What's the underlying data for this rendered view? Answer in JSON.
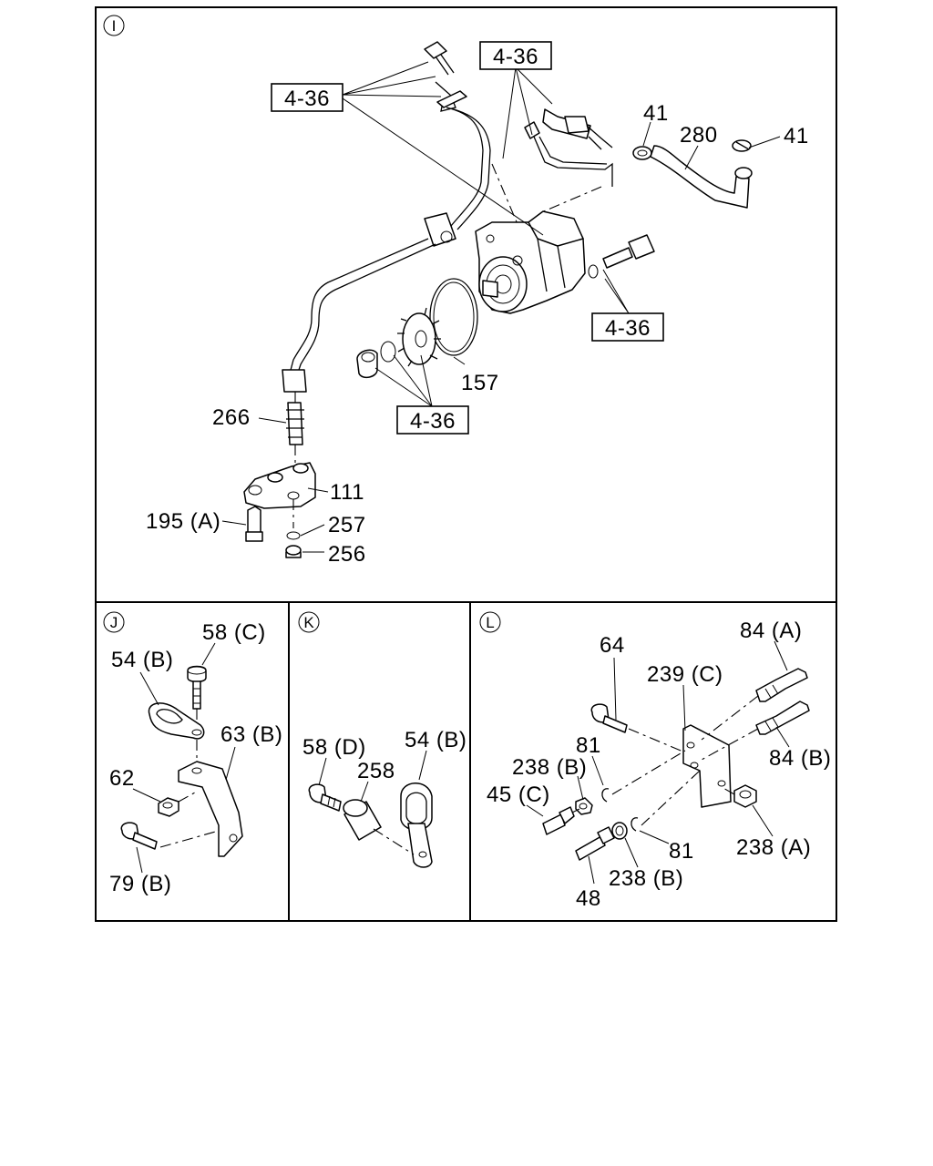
{
  "sections": {
    "I": {
      "badge": "I",
      "refs": [
        "4-36",
        "4-36",
        "4-36",
        "4-36"
      ],
      "parts": [
        "41",
        "280",
        "41",
        "157",
        "266",
        "111",
        "195 (A)",
        "257",
        "256"
      ]
    },
    "J": {
      "badge": "J",
      "parts": [
        "58 (C)",
        "54 (B)",
        "63 (B)",
        "62",
        "79 (B)"
      ]
    },
    "K": {
      "badge": "K",
      "parts": [
        "58 (D)",
        "258",
        "54 (B)"
      ]
    },
    "L": {
      "badge": "L",
      "parts": [
        "64",
        "84 (A)",
        "239 (C)",
        "81",
        "238 (B)",
        "84 (B)",
        "45 (C)",
        "238 (A)",
        "81",
        "238 (B)",
        "48"
      ]
    }
  }
}
